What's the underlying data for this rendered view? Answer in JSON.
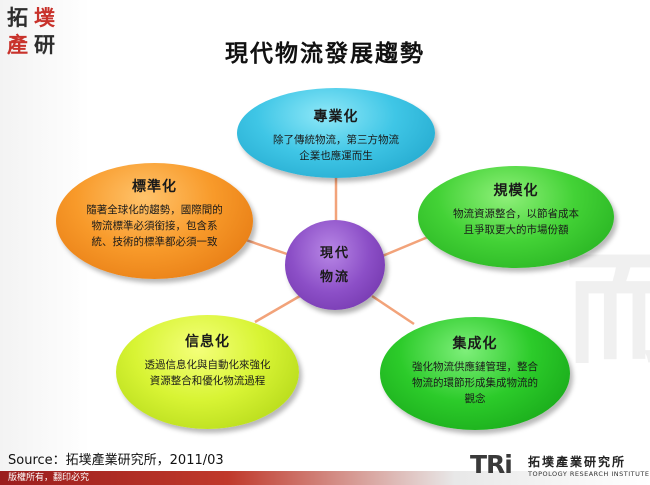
{
  "logo": {
    "chars": [
      "拓",
      "墣",
      "產",
      "研"
    ]
  },
  "title": "現代物流發展趨勢",
  "diagram": {
    "center": {
      "line1": "現代",
      "line2": "物流"
    },
    "nodes": {
      "top": {
        "title": "專業化",
        "desc": "除了傳統物流，第三方物流企業也應運而生"
      },
      "left": {
        "title": "標準化",
        "desc": "隨著全球化的趨勢，國際間的物流標準必須銜接，包含系統、技術的標準都必須一致"
      },
      "right": {
        "title": "規模化",
        "desc": "物流資源整合，以節省成本且爭取更大的市場份額"
      },
      "bottom_left": {
        "title": "信息化",
        "desc": "透過信息化與自動化來強化資源整合和優化物流過程"
      },
      "bottom_right": {
        "title": "集成化",
        "desc": "強化物流供應鏈管理，整合物流的環節形成集成物流的觀念"
      }
    },
    "colors": {
      "top": "#3fc6e6",
      "left": "#f89a2a",
      "right": "#43d236",
      "bottom_left": "#d8f434",
      "bottom_right": "#2ccb2a",
      "center": "#8c4fc7",
      "connector": "#f2a37a"
    }
  },
  "footer": {
    "source": "Source：拓墣產業研究所，2011/03",
    "copyright": "版權所有，翻印必究",
    "brand_mark": "TRi",
    "brand_name": "拓墣產業研究所",
    "brand_english": "TOPOLOGY RESEARCH INSTITUTE"
  }
}
